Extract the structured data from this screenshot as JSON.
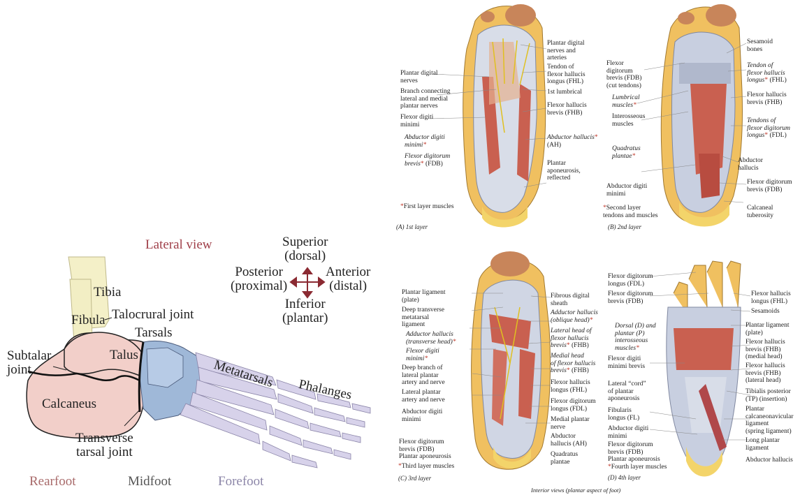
{
  "lateral": {
    "title": "Lateral view",
    "bones": {
      "tibia": "Tibia",
      "fibula": "Fibula",
      "talocrural": "Talocrural joint",
      "tarsals": "Tarsals",
      "subtalar": "Subtalar\njoint",
      "talus": "Talus",
      "calcaneus": "Calcaneus",
      "metatarsals": "Metatarsals",
      "phalanges": "Phalanges",
      "transverse": "Transverse\ntarsal joint"
    },
    "compass": {
      "superior": "Superior\n(dorsal)",
      "posterior": "Posterior\n(proximal)",
      "anterior": "Anterior\n(distal)",
      "inferior": "Inferior\n(plantar)"
    },
    "regions": {
      "rearfoot": "Rearfoot",
      "midfoot": "Midfoot",
      "forefoot": "Forefoot"
    },
    "colors": {
      "rearfoot": "#a86a6a",
      "midfoot": "#555555",
      "forefoot": "#8c86a8",
      "title": "#a0404a",
      "compass": "#8b2a32"
    }
  },
  "panelA": {
    "caption": "(A) 1st layer",
    "footnote": "First layer muscles",
    "left": [
      "Plantar digital\nnerves",
      "Branch connecting\nlateral and medial\nplantar nerves",
      "Flexor digiti\nminimi",
      "Abductor digiti\nminimi",
      "Flexor digitorum\nbrevis"
    ],
    "left_suffix": "(FDB)",
    "right": [
      "Plantar digital\nnerves and\narteries",
      "Tendon of\nflexor hallucis\nlongus (FHL)",
      "1st lumbrical",
      "Flexor hallucis\nbrevis (FHB)",
      "Abductor hallucis",
      "(AH)",
      "Plantar\naponeurosis,\nreflected"
    ]
  },
  "panelB": {
    "caption": "(B) 2nd layer",
    "footnote": "Second layer\ntendons and muscles",
    "left": [
      "Flexor\ndigitorum\nbrevis (FDB)\n(cut tendons)",
      "Lumbrical\nmuscles",
      "Interosseous\nmuscles",
      "Quadratus\nplantae",
      "Abductor digiti\nminimi"
    ],
    "right": [
      "Sesamoid\nbones",
      "Tendon of\nflexor hallucis\nlongus",
      "(FHL)",
      "Flexor hallucis\nbrevis (FHB)",
      "Tendons of\nflexor digitorum\nlongus",
      "(FDL)",
      "Abductor\nhallucis",
      "Flexor digitorum\nbrevis (FDB)",
      "Calcaneal\ntuberosity"
    ]
  },
  "panelC": {
    "caption": "(C) 3rd layer",
    "footnote": "Third layer muscles",
    "left": [
      "Plantar ligament\n(plate)",
      "Deep transverse\nmetatarsal\nligament",
      "Adductor hallucis\n(transverse head)",
      "Flexor digiti\nminimi",
      "Deep branch of\nlateral plantar\nartery and nerve",
      "Lateral plantar\nartery and nerve",
      "Abductor digiti\nminimi",
      "Flexor digitorum\nbrevis (FDB)\nPlantar aponeurosis"
    ],
    "right": [
      "Fibrous digital\nsheath",
      "Adductor hallucis\n(oblique head)",
      "Lateral head of\nflexor hallucis\nbrevis",
      "(FHB)",
      "Medial head\nof flexor hallucis\nbrevis",
      "(FHB)",
      "Flexor hallucis\nlongus (FHL)",
      "Flexor digitorum\nlongus (FDL)",
      "Medial plantar\nnerve",
      "Abductor\nhallucis (AH)",
      "Quadratus\nplantae"
    ]
  },
  "panelD": {
    "caption": "(D) 4th layer",
    "footnote": "Fourth layer muscles",
    "left": [
      "Flexor digitorum\nlongus (FDL)",
      "Flexor digitorum\nbrevis (FDB)",
      "Dorsal (D) and\nplantar (P)\ninterosseous\nmuscles",
      "Flexor digiti\nminimi brevis",
      "Lateral “cord”\nof plantar\naponeurosis",
      "Fibularis\nlongus (FL)",
      "Abductor digiti\nminimi",
      "Flexor digitorum\nbrevis (FDB)\nPlantar aponeurosis"
    ],
    "right": [
      "Flexor hallucis\nlongus (FHL)",
      "Sesamoids",
      "Plantar ligament\n(plate)",
      "Flexor hallucis\nbrevis (FHB)\n(medial head)",
      "Flexor hallucis\nbrevis (FHB)\n(lateral head)",
      "Tibialis posterior\n(TP) (insertion)",
      "Plantar\ncalcaneonavicular\nligament\n(spring ligament)",
      "Long plantar\nligament",
      "Abductor hallucis"
    ]
  },
  "bottom_caption": "Interior views (plantar aspect of foot)"
}
